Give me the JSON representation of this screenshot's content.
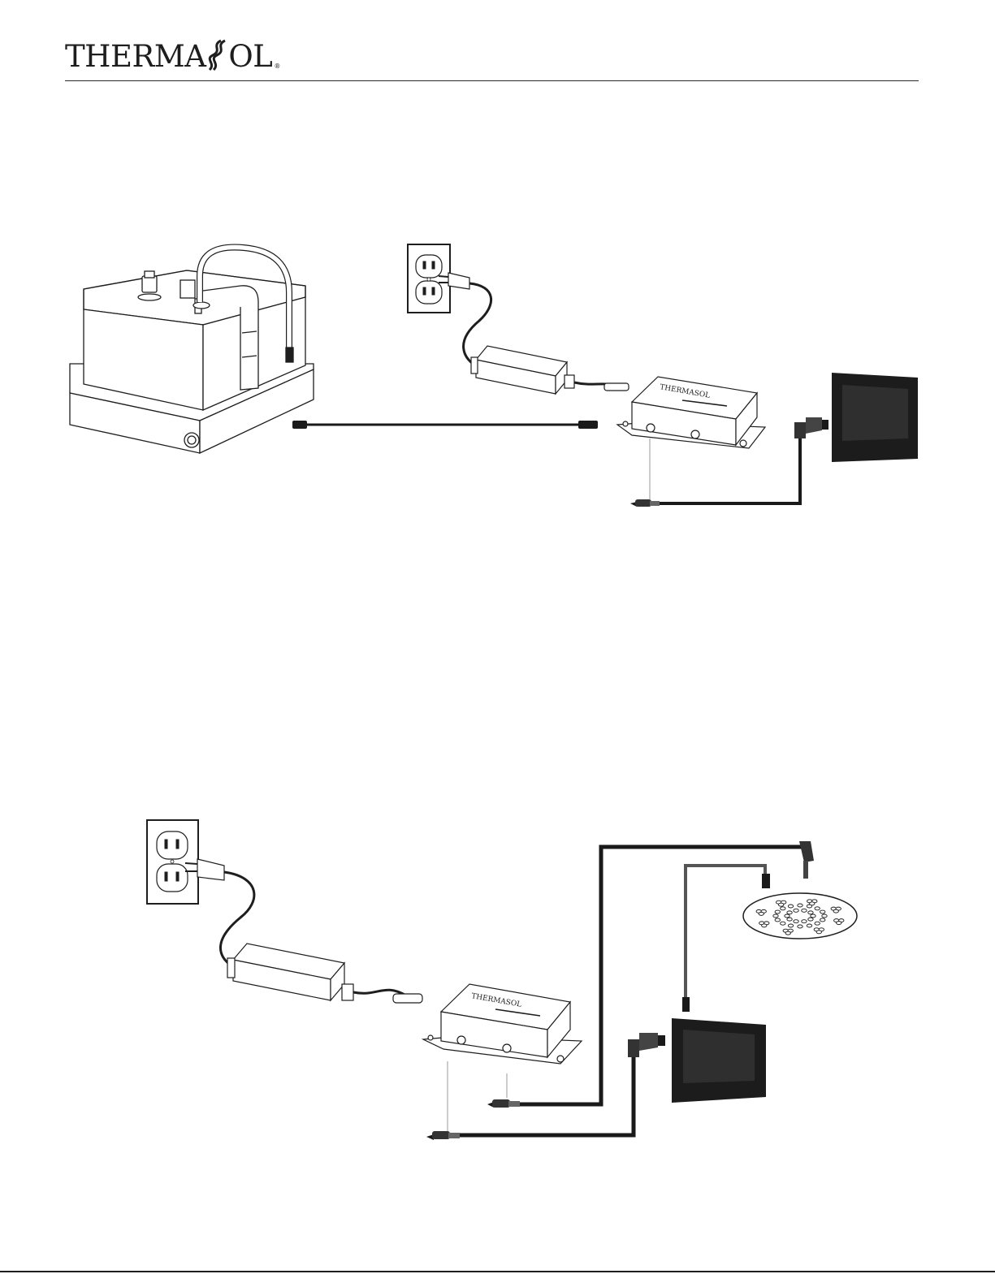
{
  "brand": {
    "logo_text_prefix": "THERMA",
    "logo_text_suffix": "OL",
    "registered_mark": "®"
  },
  "diagram_1": {
    "components": [
      "steam-generator",
      "data-cable",
      "wall-outlet",
      "power-adapter",
      "power-communication-module",
      "touchscreen-control"
    ]
  },
  "diagram_2": {
    "components": [
      "wall-outlet",
      "power-adapter",
      "power-communication-module",
      "rain-head",
      "touchscreen-control"
    ]
  },
  "colors": {
    "ink": "#1e1e1e",
    "cable_dark": "#1a1a1a",
    "cable_gray": "#555555",
    "screen_bezel": "#1c1c1c",
    "screen_display": "#2f2f2f"
  }
}
